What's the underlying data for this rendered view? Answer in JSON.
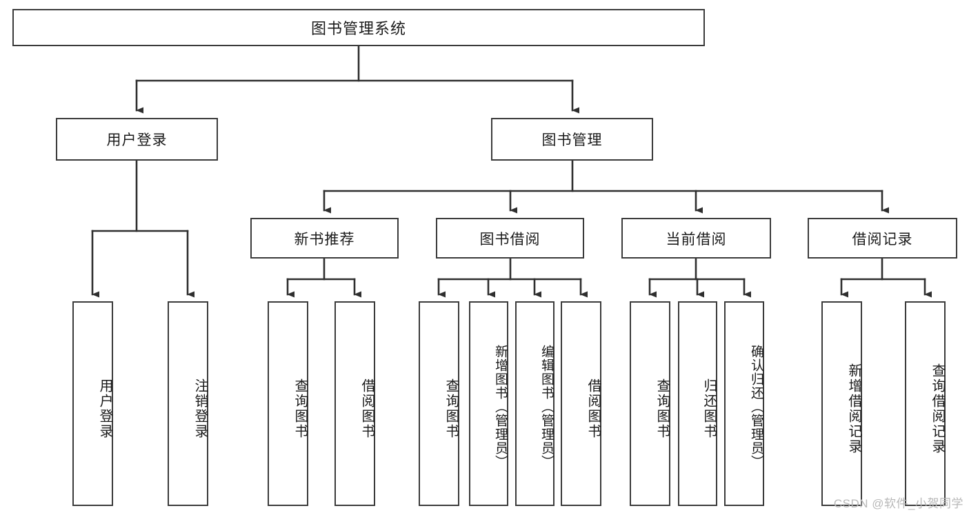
{
  "diagram": {
    "type": "tree-hierarchy",
    "title": "图书管理系统",
    "orientation": "top-down",
    "watermark": "CSDN @软件_小贺同学",
    "colors": {
      "box_border": "#3a3a3a",
      "box_fill": "#ffffff",
      "connector": "#2e2e2e",
      "text": "#1a1a1a",
      "watermark": "#b8b8b8"
    },
    "nodes": {
      "root": {
        "label": "图书管理系统"
      },
      "level2": [
        {
          "id": "user-login",
          "label": "用户登录"
        },
        {
          "id": "book-management",
          "label": "图书管理"
        }
      ],
      "level3": [
        {
          "id": "new-book-recommend",
          "label": "新书推荐"
        },
        {
          "id": "book-borrow",
          "label": "图书借阅"
        },
        {
          "id": "current-borrow",
          "label": "当前借阅"
        },
        {
          "id": "borrow-record",
          "label": "借阅记录"
        }
      ],
      "leaves": {
        "user_login": [
          {
            "id": "leaf-user-login",
            "label": "用户登录"
          },
          {
            "id": "leaf-logout-login",
            "label": "注销登录"
          }
        ],
        "new_book_recommend": [
          {
            "id": "leaf-query-book-1",
            "label": "查询图书"
          },
          {
            "id": "leaf-borrow-book-1",
            "label": "借阅图书"
          }
        ],
        "book_borrow": [
          {
            "id": "leaf-query-book-2",
            "label": "查询图书"
          },
          {
            "id": "leaf-add-book",
            "label": "新增图书（管理员）"
          },
          {
            "id": "leaf-edit-book",
            "label": "编辑图书（管理员）"
          },
          {
            "id": "leaf-borrow-book-2",
            "label": "借阅图书"
          }
        ],
        "current_borrow": [
          {
            "id": "leaf-query-book-3",
            "label": "查询图书"
          },
          {
            "id": "leaf-return-book",
            "label": "归还图书"
          },
          {
            "id": "leaf-confirm-return",
            "label": "确认归还（管理员）"
          }
        ],
        "borrow_record": [
          {
            "id": "leaf-add-borrow-record",
            "label": "新增借阅记录"
          },
          {
            "id": "leaf-query-borrow-record",
            "label": "查询借阅记录"
          }
        ]
      }
    }
  }
}
